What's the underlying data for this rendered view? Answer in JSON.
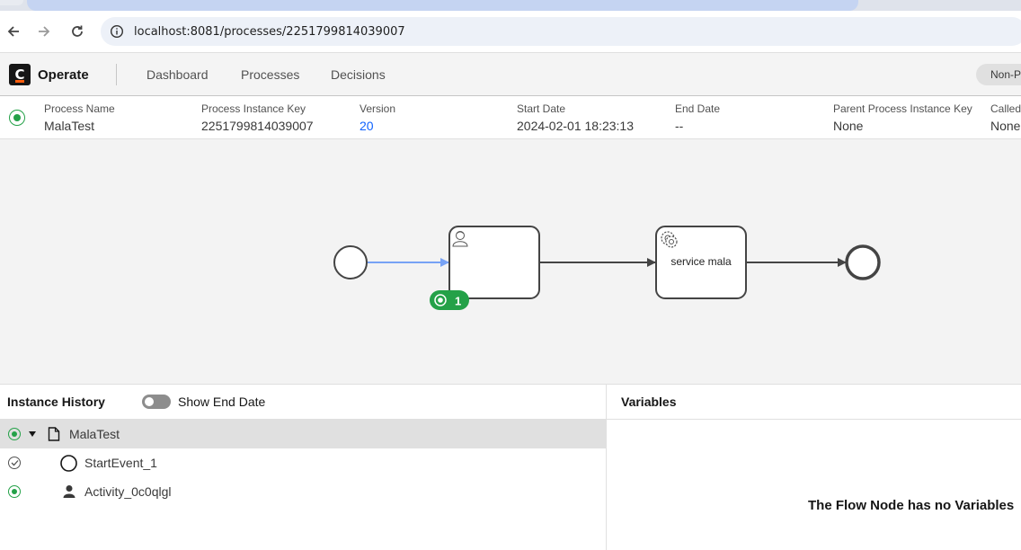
{
  "browser": {
    "url": "localhost:8081/processes/2251799814039007"
  },
  "header": {
    "app_name": "Operate",
    "nav": [
      "Dashboard",
      "Processes",
      "Decisions"
    ],
    "environment_badge": "Non-P"
  },
  "instance": {
    "fields": [
      {
        "label": "Process Name",
        "value": "MalaTest"
      },
      {
        "label": "Process Instance Key",
        "value": "2251799814039007"
      },
      {
        "label": "Version",
        "value": "20"
      },
      {
        "label": "Start Date",
        "value": "2024-02-01 18:23:13"
      },
      {
        "label": "End Date",
        "value": "--"
      },
      {
        "label": "Parent Process Instance Key",
        "value": "None"
      },
      {
        "label": "Called",
        "value": "None"
      }
    ],
    "status_color": "#24a148"
  },
  "diagram": {
    "service_task_label": "service mala",
    "active_token_count": "1",
    "active_color": "#24a148",
    "flow_taken_color": "#77a2f5"
  },
  "history": {
    "title": "Instance History",
    "toggle_label": "Show End Date",
    "rows": [
      {
        "label": "MalaTest",
        "status": "active",
        "icon": "document-icon"
      },
      {
        "label": "StartEvent_1",
        "status": "completed",
        "icon": "start-event-icon"
      },
      {
        "label": "Activity_0c0qlgl",
        "status": "active",
        "icon": "user-icon"
      }
    ]
  },
  "variables": {
    "title": "Variables",
    "empty_message": "The Flow Node has no Variables"
  }
}
